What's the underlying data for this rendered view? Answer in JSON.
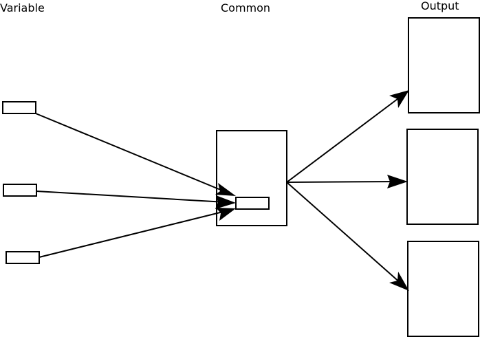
{
  "labels": {
    "variable": "Variable",
    "common": "Common",
    "output": "Output"
  },
  "colors": {
    "stroke": "#000000",
    "background": "#ffffff"
  }
}
